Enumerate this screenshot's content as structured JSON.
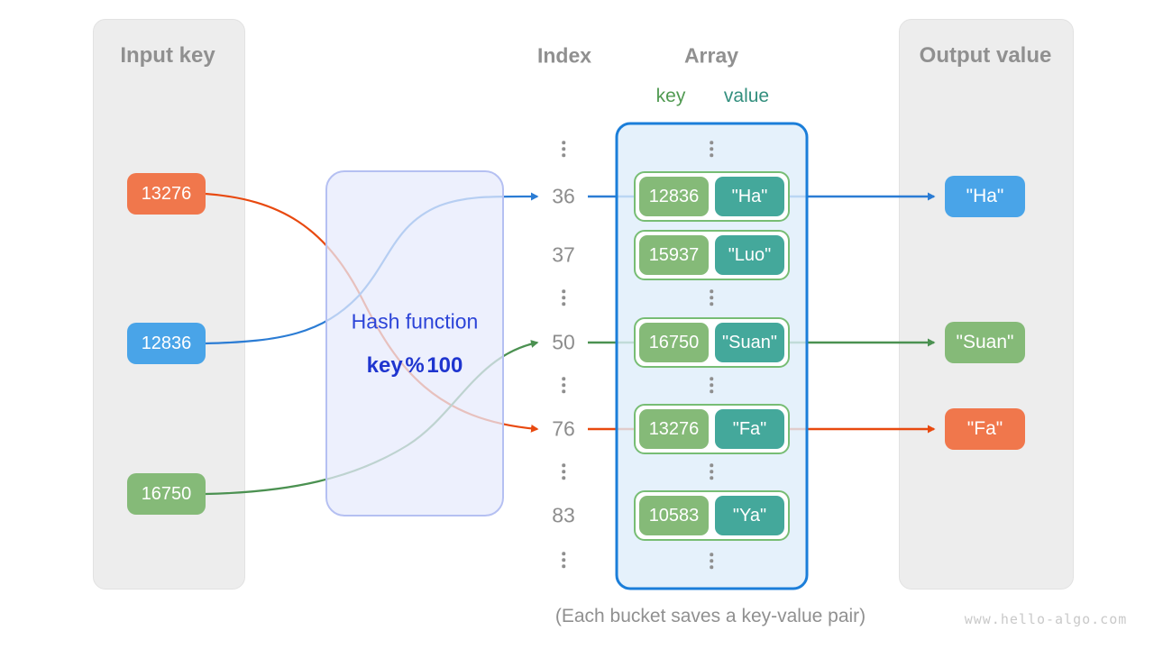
{
  "input_panel": {
    "title": "Input key",
    "keys": [
      {
        "value": "13276",
        "color": "#f0774c"
      },
      {
        "value": "12836",
        "color": "#49a4e8"
      },
      {
        "value": "16750",
        "color": "#85ba78"
      }
    ]
  },
  "hash_box": {
    "title": "Hash function",
    "formula": "key % 100"
  },
  "columns": {
    "index_title": "Index",
    "array_title": "Array",
    "key_label": "key",
    "value_label": "value"
  },
  "index_column": [
    "⋮",
    "36",
    "37",
    "⋮",
    "50",
    "⋮",
    "76",
    "⋮",
    "83",
    "⋮"
  ],
  "buckets": [
    {
      "index": "36",
      "key": "12836",
      "value": "\"Ha\""
    },
    {
      "index": "37",
      "key": "15937",
      "value": "\"Luo\""
    },
    {
      "index": "50",
      "key": "16750",
      "value": "\"Suan\""
    },
    {
      "index": "76",
      "key": "13276",
      "value": "\"Fa\""
    },
    {
      "index": "83",
      "key": "10583",
      "value": "\"Ya\""
    }
  ],
  "output_panel": {
    "title": "Output value",
    "values": [
      {
        "value": "\"Ha\"",
        "color": "#49a4e8"
      },
      {
        "value": "\"Suan\"",
        "color": "#85ba78"
      },
      {
        "value": "\"Fa\"",
        "color": "#f0774c"
      }
    ]
  },
  "mappings": [
    {
      "input": "12836",
      "index": "36",
      "output": "\"Ha\"",
      "arrow_color": "#2b7cd4"
    },
    {
      "input": "16750",
      "index": "50",
      "output": "\"Suan\"",
      "arrow_color": "#4b9151"
    },
    {
      "input": "13276",
      "index": "76",
      "output": "\"Fa\"",
      "arrow_color": "#e8490f"
    }
  ],
  "caption": "(Each bucket saves a key-value pair)",
  "watermark": "www.hello-algo.com",
  "colors": {
    "key_box_orange": "#f0774c",
    "key_box_blue": "#49a4e8",
    "key_box_green": "#85ba78",
    "value_box_teal": "#44a89b",
    "panel_gray": "#ededed",
    "hash_box_fill": "#e7ebfc",
    "hash_box_border": "#b5c0f2",
    "hash_text_blue": "#2c44d8",
    "array_fill": "#e0edf8",
    "array_border": "#1b7ed9",
    "bucket_border": "#77bd74",
    "label_gray": "#909090",
    "key_label_green": "#519a52",
    "value_label_teal": "#338f7e"
  }
}
